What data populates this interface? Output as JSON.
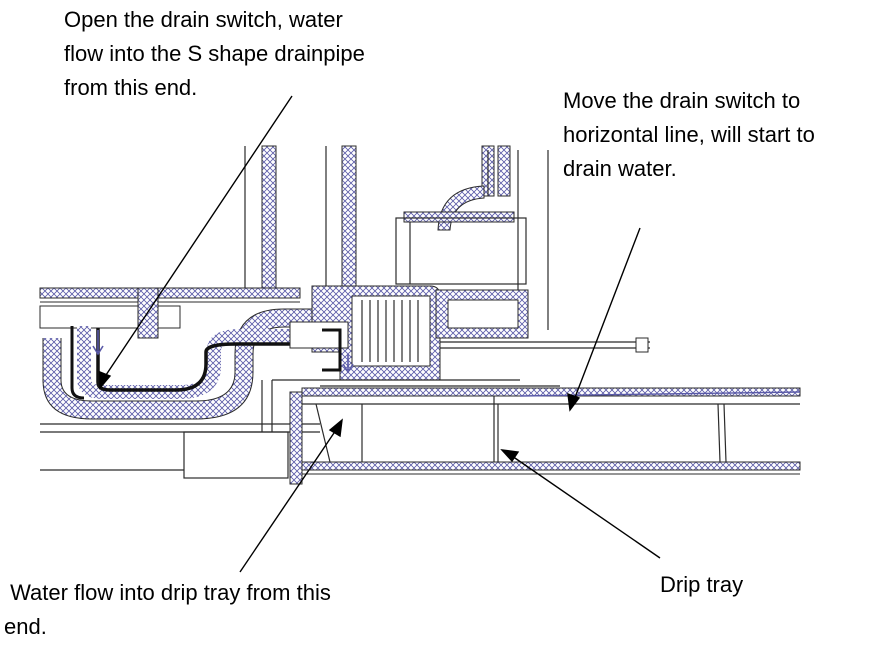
{
  "callouts": {
    "drain_inlet": {
      "lines": [
        "Open the drain switch, water",
        "flow into the S shape drainpipe",
        "from this end."
      ]
    },
    "drain_switch": {
      "lines": [
        "Move the drain switch to",
        "horizontal line, will start to",
        "drain water."
      ]
    },
    "drip_tray_inlet": {
      "lines": [
        " Water flow into drip tray from this",
        "end."
      ]
    },
    "drip_tray": {
      "label": "Drip tray"
    }
  },
  "colors": {
    "outline": "#2b2b2b",
    "hatch": "#5a5aa8",
    "leader": "#000000"
  }
}
